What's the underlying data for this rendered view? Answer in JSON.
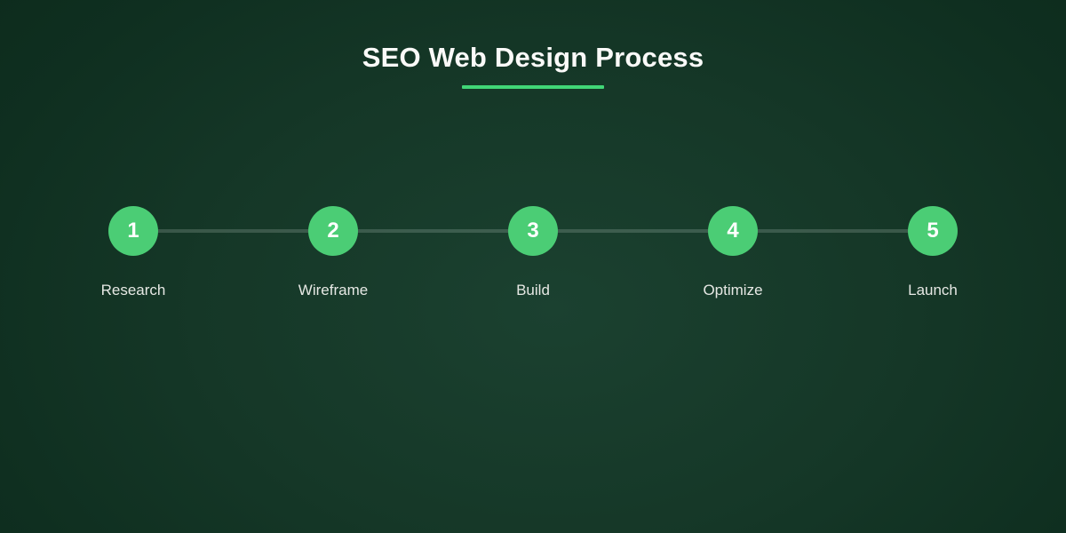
{
  "page": {
    "title": "SEO Web Design Process"
  },
  "colors": {
    "accent_green": "#4bcd75",
    "underline_green": "#41d677",
    "background_center": "#1b4130",
    "background_edge": "#0c2a1b",
    "connector": "rgba(230,240,233,0.18)",
    "title_text": "#fafaf8",
    "label_text": "#e6e8e4"
  },
  "timeline": {
    "steps": [
      {
        "number": "1",
        "label": "Research"
      },
      {
        "number": "2",
        "label": "Wireframe"
      },
      {
        "number": "3",
        "label": "Build"
      },
      {
        "number": "4",
        "label": "Optimize"
      },
      {
        "number": "5",
        "label": "Launch"
      }
    ]
  }
}
